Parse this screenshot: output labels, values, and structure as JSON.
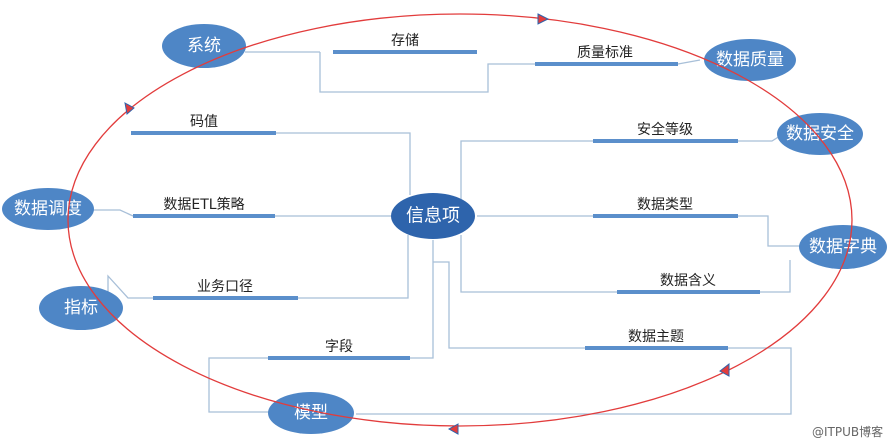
{
  "colors": {
    "node_fill": "#4e86c6",
    "center_fill": "#2e64ac",
    "bar": "#5b8fcb",
    "connector": "#a8bfd8",
    "orbit": "#e23c3c",
    "node_text": "#ffffff"
  },
  "center": {
    "label": "信息项"
  },
  "nodes": {
    "system": "系统",
    "data_quality": "数据质量",
    "data_security": "数据安全",
    "data_scheduling": "数据调度",
    "data_dictionary": "数据字典",
    "indicator": "指标",
    "model": "模型"
  },
  "labels": {
    "storage": "存储",
    "quality_standard": "质量标准",
    "code_value": "码值",
    "security_level": "安全等级",
    "etl_strategy": "数据ETL策略",
    "data_type": "数据类型",
    "business_caliber": "业务口径",
    "data_meaning": "数据含义",
    "field": "字段",
    "data_subject": "数据主题"
  },
  "watermark": "@ITPUB博客"
}
